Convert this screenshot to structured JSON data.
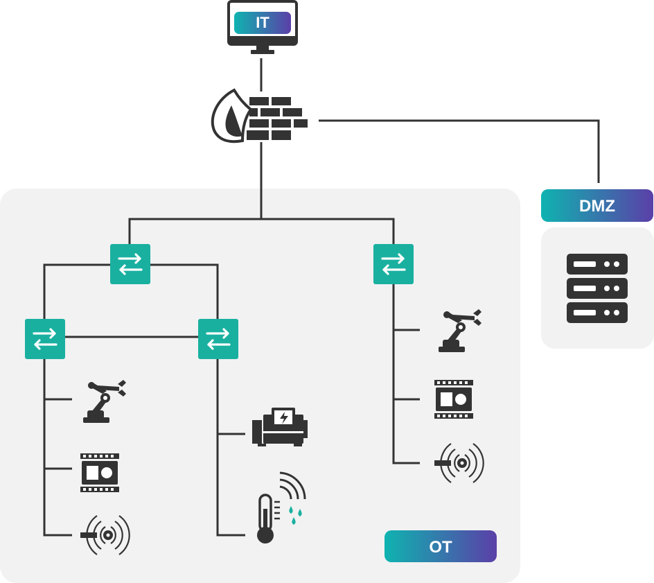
{
  "labels": {
    "it": "IT",
    "dmz": "DMZ",
    "ot": "OT"
  },
  "colors": {
    "line": "#333333",
    "icon": "#333333",
    "switch": "#1ab0a0",
    "zone_bg": "#f2f2f2",
    "gradient_start": "#0fb3b0",
    "gradient_end": "#5b3fa8"
  },
  "icons": [
    "monitor-icon",
    "firewall-icon",
    "network-switch-icon",
    "server-rack-icon",
    "robot-arm-icon",
    "plc-controller-icon",
    "wireless-sensor-icon",
    "generator-icon",
    "temperature-humidity-sensor-icon"
  ]
}
